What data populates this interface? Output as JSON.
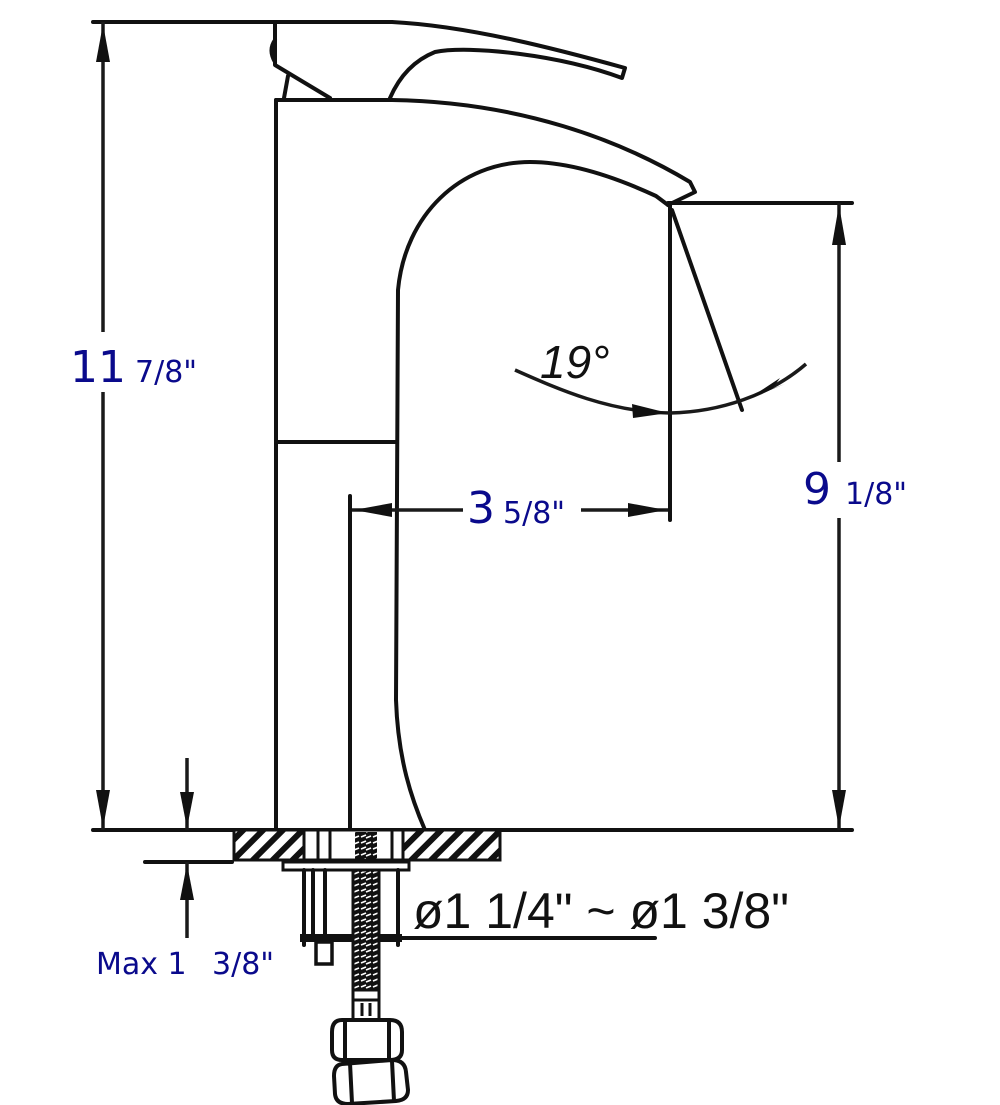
{
  "diagram": {
    "subject": "Vessel sink faucet dimension drawing",
    "dimensions": {
      "overall_height": {
        "whole": "11",
        "fraction": "7/8\""
      },
      "spout_height": {
        "whole": "9",
        "fraction": "1/8\""
      },
      "spout_reach": {
        "whole": "3",
        "fraction": "5/8\""
      },
      "deck_thickness": {
        "prefix": "Max 1",
        "fraction": "3/8\""
      },
      "hole_diameter": {
        "text": "ø1 1/4\" ~ ø1 3/8\""
      },
      "spout_angle": {
        "text": "19°"
      }
    },
    "colors": {
      "dimension_text": "#0a0a8c",
      "line": "#111111",
      "background": "#ffffff"
    }
  }
}
